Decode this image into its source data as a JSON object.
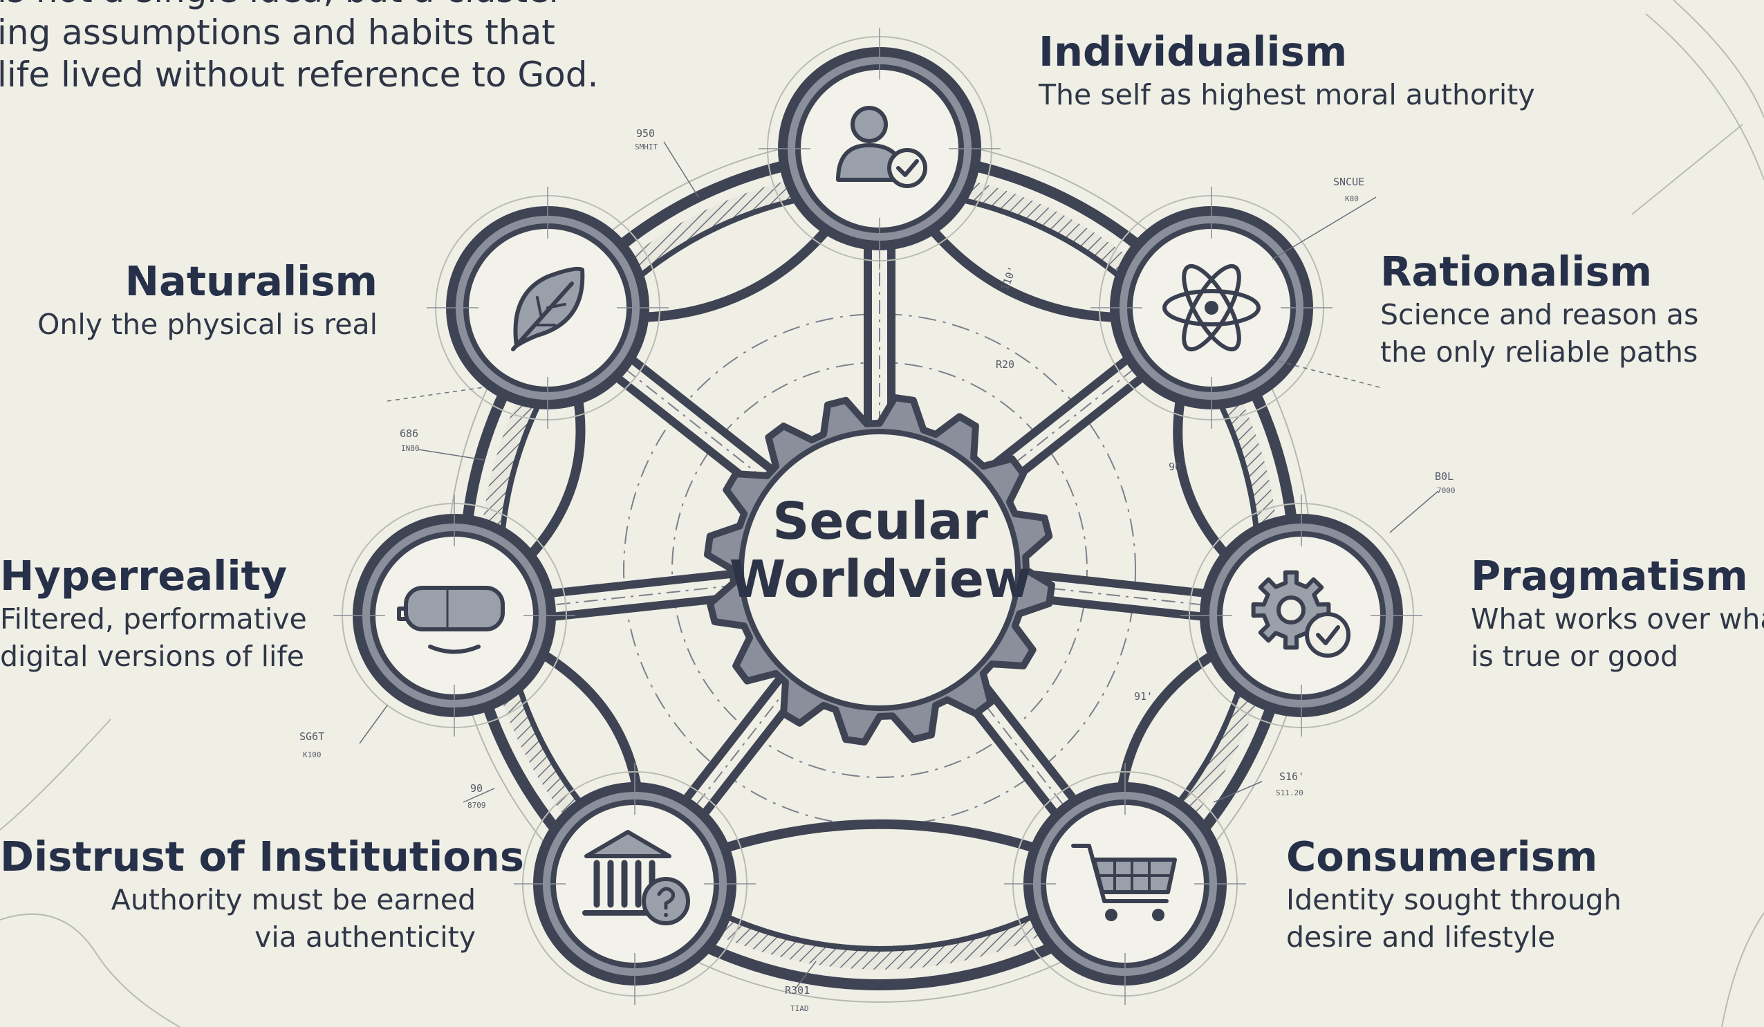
{
  "intro": {
    "lines": [
      "is not a single idea, but a cluster",
      "ing assumptions and habits that",
      "life lived without reference to God."
    ]
  },
  "center": {
    "line1": "Secular",
    "line2": "Worldview"
  },
  "nodes": [
    {
      "id": "individualism",
      "title": "Individualism",
      "desc": [
        "The self as highest moral authority"
      ],
      "icon": "person-check-icon"
    },
    {
      "id": "rationalism",
      "title": "Rationalism",
      "desc": [
        "Science and reason as",
        "the only reliable paths"
      ],
      "icon": "atom-icon"
    },
    {
      "id": "pragmatism",
      "title": "Pragmatism",
      "desc": [
        "What works over what",
        "is true or good"
      ],
      "icon": "gear-check-icon"
    },
    {
      "id": "consumerism",
      "title": "Consumerism",
      "desc": [
        "Identity sought through",
        "desire and lifestyle"
      ],
      "icon": "shopping-cart-icon"
    },
    {
      "id": "distrust",
      "title": "Distrust of Institutions",
      "desc": [
        "Authority must be earned",
        "via authenticity"
      ],
      "icon": "institution-question-icon"
    },
    {
      "id": "hyperreality",
      "title": "Hyperreality",
      "desc": [
        "Filtered, performative",
        "digital versions of life"
      ],
      "icon": "vr-headset-icon"
    },
    {
      "id": "naturalism",
      "title": "Naturalism",
      "desc": [
        "Only the physical is real"
      ],
      "icon": "leaf-icon"
    }
  ],
  "annotations": [
    {
      "line1": "950",
      "line2": "SMHIT"
    },
    {
      "line1": "SNCUE",
      "line2": "K80"
    },
    {
      "line1": "686",
      "line2": "IN80"
    },
    {
      "line1": "B0L",
      "line2": "7000"
    },
    {
      "line1": "SG6T",
      "line2": "K100"
    },
    {
      "line1": "90",
      "line2": "8709"
    },
    {
      "line1": "S16'",
      "line2": "S11.20"
    },
    {
      "line1": "R301",
      "line2": "TIAD"
    },
    {
      "line1": "R20",
      "line2": ""
    },
    {
      "line1": "110'",
      "line2": ""
    },
    {
      "line1": "90'",
      "line2": ""
    },
    {
      "line1": "91'",
      "line2": ""
    }
  ],
  "colors": {
    "background": "#f0efe6",
    "ring": "#3e4453",
    "ring_fill": "#8a8f9b",
    "ink": "#263049"
  }
}
